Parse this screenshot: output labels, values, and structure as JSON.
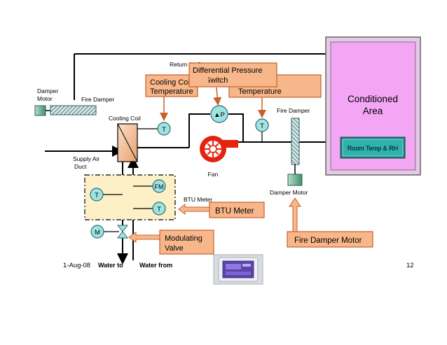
{
  "labels": {
    "return_air_duct": "Return Air Duct",
    "differential_pressure_switch_1": "Differential Pressure",
    "differential_pressure_switch_2": "Switch",
    "cooling_coil_temperature_1": "Cooling Coil",
    "cooling_coil_temperature_2": "Temperature",
    "return_air_temperature_2": "Temperature",
    "conditioned_area_1": "Conditioned",
    "conditioned_area_2": "Area",
    "room_temp_rh": "Room Temp & RH",
    "damper_motor_left_1": "Damper",
    "damper_motor_left_2": "Motor",
    "fire_damper_left": "Fire Damper",
    "cooling_coil": "Cooling Coil",
    "fire_damper_right": "Fire Damper",
    "supply_air_duct_1": "Supply Air",
    "supply_air_duct_2": "Duct",
    "fan": "Fan",
    "damper_motor_right": "Damper Motor",
    "btu_meter": "BTU Meter",
    "btu_meter_callout": "BTU Meter",
    "modulating_valve_1": "Modulating",
    "modulating_valve_2": "Valve",
    "fire_damper_motor_callout": "Fire Damper Motor",
    "water_to": "Water to",
    "water_from": "Water from"
  },
  "symbols": {
    "temperature_sensor": "T",
    "pressure_sensor": "▲P",
    "flow_meter": "FM",
    "motor": "M"
  },
  "footer": {
    "date": "1-Aug-08",
    "page_number": "12"
  },
  "colors": {
    "callout_fill": "#f8b78a",
    "callout_stroke": "#c8602a",
    "sensor_fill": "#9fe3e3",
    "conditioned_area_fill": "#f3a6f3",
    "room_panel_fill": "#2fb1ad",
    "fan_red": "#e5220e",
    "btu_box_fill": "#fdf0c7"
  }
}
